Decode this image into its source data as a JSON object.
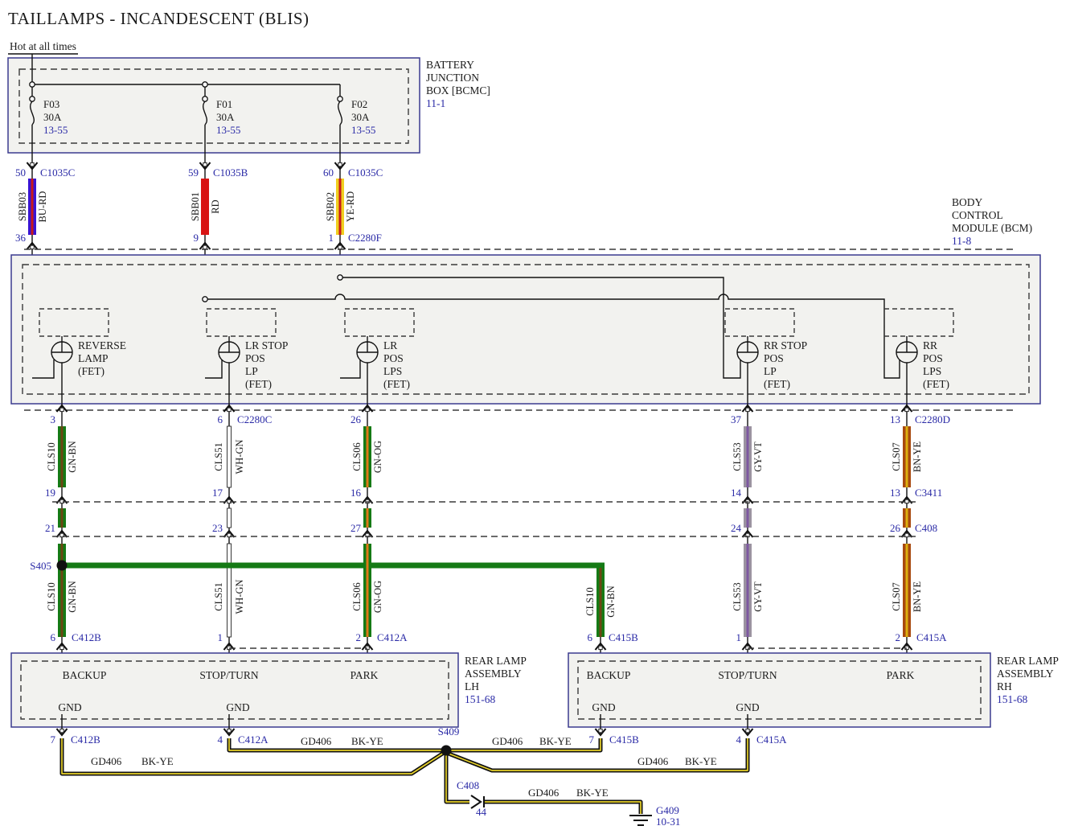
{
  "title": "TAILLAMPS - INCANDESCENT (BLIS)",
  "hot_label": "Hot at all times",
  "palette": {
    "ref_text_blue": "#2929a6",
    "wire_blue": "#3a14d2",
    "wire_red": "#d81414",
    "wire_yellow": "#efcf1f",
    "wire_green": "#157a15",
    "wire_gray": "#9b93a0",
    "wire_brown": "#a8490f",
    "wire_white": "#ffffff",
    "wire_black": "#111111",
    "stripe_yellow": "#ddb00f",
    "box_fill": "#f2f2ef",
    "box_border": "#3b3b8f"
  },
  "battery_box": {
    "label_lines": [
      "BATTERY",
      "JUNCTION",
      "BOX [BCMC]"
    ],
    "ref": "11-1",
    "fuses": [
      {
        "name": "F03",
        "rating": "30A",
        "ref": "13-55"
      },
      {
        "name": "F01",
        "rating": "30A",
        "ref": "13-55"
      },
      {
        "name": "F02",
        "rating": "30A",
        "ref": "13-55"
      }
    ]
  },
  "feeds": [
    {
      "pin_top": "50",
      "conn_top": "C1035C",
      "circuit": "SBB03",
      "color": "BU-RD",
      "pin_bot": "36",
      "conn_bot": ""
    },
    {
      "pin_top": "59",
      "conn_top": "C1035B",
      "circuit": "SBB01",
      "color": "RD",
      "pin_bot": "9",
      "conn_bot": ""
    },
    {
      "pin_top": "60",
      "conn_top": "C1035C",
      "circuit": "SBB02",
      "color": "YE-RD",
      "pin_bot": "1",
      "conn_bot": "C2280F"
    }
  ],
  "bcm": {
    "label_lines": [
      "BODY",
      "CONTROL",
      "MODULE (BCM)"
    ],
    "ref": "11-8",
    "fets": [
      {
        "lines": [
          "REVERSE",
          "LAMP",
          "(FET)",
          ""
        ]
      },
      {
        "lines": [
          "LR STOP",
          "POS",
          "LP",
          "(FET)"
        ]
      },
      {
        "lines": [
          "LR",
          "POS",
          "LPS",
          "(FET)"
        ]
      },
      {
        "lines": [
          "RR STOP",
          "POS",
          "LP",
          "(FET)"
        ]
      },
      {
        "lines": [
          "RR",
          "POS",
          "LPS",
          "(FET)"
        ]
      }
    ]
  },
  "runs": [
    {
      "pin_out": "3",
      "conn_out": "",
      "circuit": "CLS10",
      "color": "GN-BN",
      "pin_a": "19",
      "conn_a": "",
      "pin_b": "21",
      "conn_b": ""
    },
    {
      "pin_out": "6",
      "conn_out": "C2280C",
      "circuit": "CLS51",
      "color": "WH-GN",
      "pin_a": "17",
      "conn_a": "",
      "pin_b": "23",
      "conn_b": ""
    },
    {
      "pin_out": "26",
      "conn_out": "",
      "circuit": "CLS06",
      "color": "GN-OG",
      "pin_a": "16",
      "conn_a": "",
      "pin_b": "27",
      "conn_b": ""
    },
    {
      "pin_out": "37",
      "conn_out": "",
      "circuit": "CLS53",
      "color": "GY-VT",
      "pin_a": "14",
      "conn_a": "",
      "pin_b": "24",
      "conn_b": ""
    },
    {
      "pin_out": "13",
      "conn_out": "C2280D",
      "circuit": "CLS07",
      "color": "BN-YE",
      "pin_a": "13",
      "conn_a": "C3411",
      "pin_b": "26",
      "conn_b": "C408"
    }
  ],
  "splices": {
    "s405": "S405",
    "s409": "S409"
  },
  "lower": [
    {
      "circuit": "CLS10",
      "color": "GN-BN",
      "pin": "6",
      "conn": "C412B"
    },
    {
      "circuit": "CLS51",
      "color": "WH-GN",
      "pin": "1",
      "conn": ""
    },
    {
      "circuit": "CLS06",
      "color": "GN-OG",
      "pin": "2",
      "conn": "C412A"
    },
    {
      "circuit": "CLS10",
      "color": "GN-BN",
      "pin": "6",
      "conn": "C415B"
    },
    {
      "circuit": "CLS53",
      "color": "GY-VT",
      "pin": "1",
      "conn": ""
    },
    {
      "circuit": "CLS07",
      "color": "BN-YE",
      "pin": "2",
      "conn": "C415A"
    }
  ],
  "lamps": [
    {
      "label_lines": [
        "REAR LAMP",
        "ASSEMBLY",
        "LH"
      ],
      "ref": "151-68",
      "functions": [
        "BACKUP",
        "STOP/TURN",
        "PARK"
      ],
      "gnd": "GND",
      "outputs": [
        {
          "pin": "7",
          "conn": "C412B"
        },
        {
          "pin": "4",
          "conn": "C412A"
        }
      ]
    },
    {
      "label_lines": [
        "REAR LAMP",
        "ASSEMBLY",
        "RH"
      ],
      "ref": "151-68",
      "functions": [
        "BACKUP",
        "STOP/TURN",
        "PARK"
      ],
      "gnd": "GND",
      "outputs": [
        {
          "pin": "7",
          "conn": "C415B"
        },
        {
          "pin": "4",
          "conn": "C415A"
        }
      ]
    }
  ],
  "ground": {
    "circuit": "GD406",
    "color": "BK-YE",
    "splice": "S409",
    "inline_conn": "C408",
    "inline_pin": "44",
    "g_id": "G409",
    "g_ref": "10-31"
  }
}
